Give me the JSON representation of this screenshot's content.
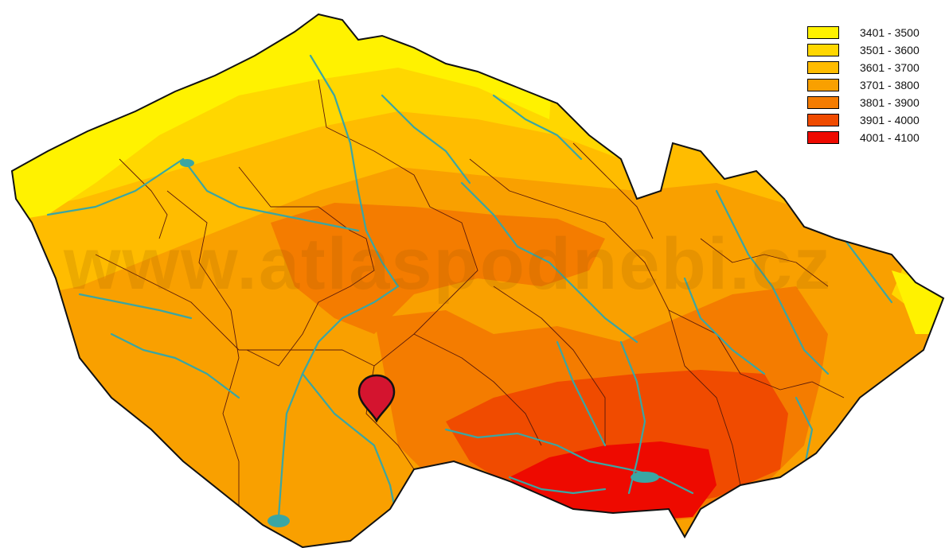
{
  "map": {
    "watermark": "www.atlaspodnebi.cz",
    "palette": {
      "sea": "#ffffff",
      "river": "#3aa6a3",
      "border": "#5a1a0a"
    }
  },
  "legend": {
    "items": [
      {
        "label": "3401 - 3500",
        "color": "#fff200"
      },
      {
        "label": "3501 - 3600",
        "color": "#ffd700"
      },
      {
        "label": "3601 - 3700",
        "color": "#ffbc00"
      },
      {
        "label": "3701 - 3800",
        "color": "#f9a000"
      },
      {
        "label": "3801 - 3900",
        "color": "#f47c00"
      },
      {
        "label": "3901 - 4000",
        "color": "#f04b00"
      },
      {
        "label": "4001 - 4100",
        "color": "#ee0a00"
      }
    ]
  },
  "marker": {
    "icon": "map-pin-icon",
    "color": "#d4142f"
  }
}
